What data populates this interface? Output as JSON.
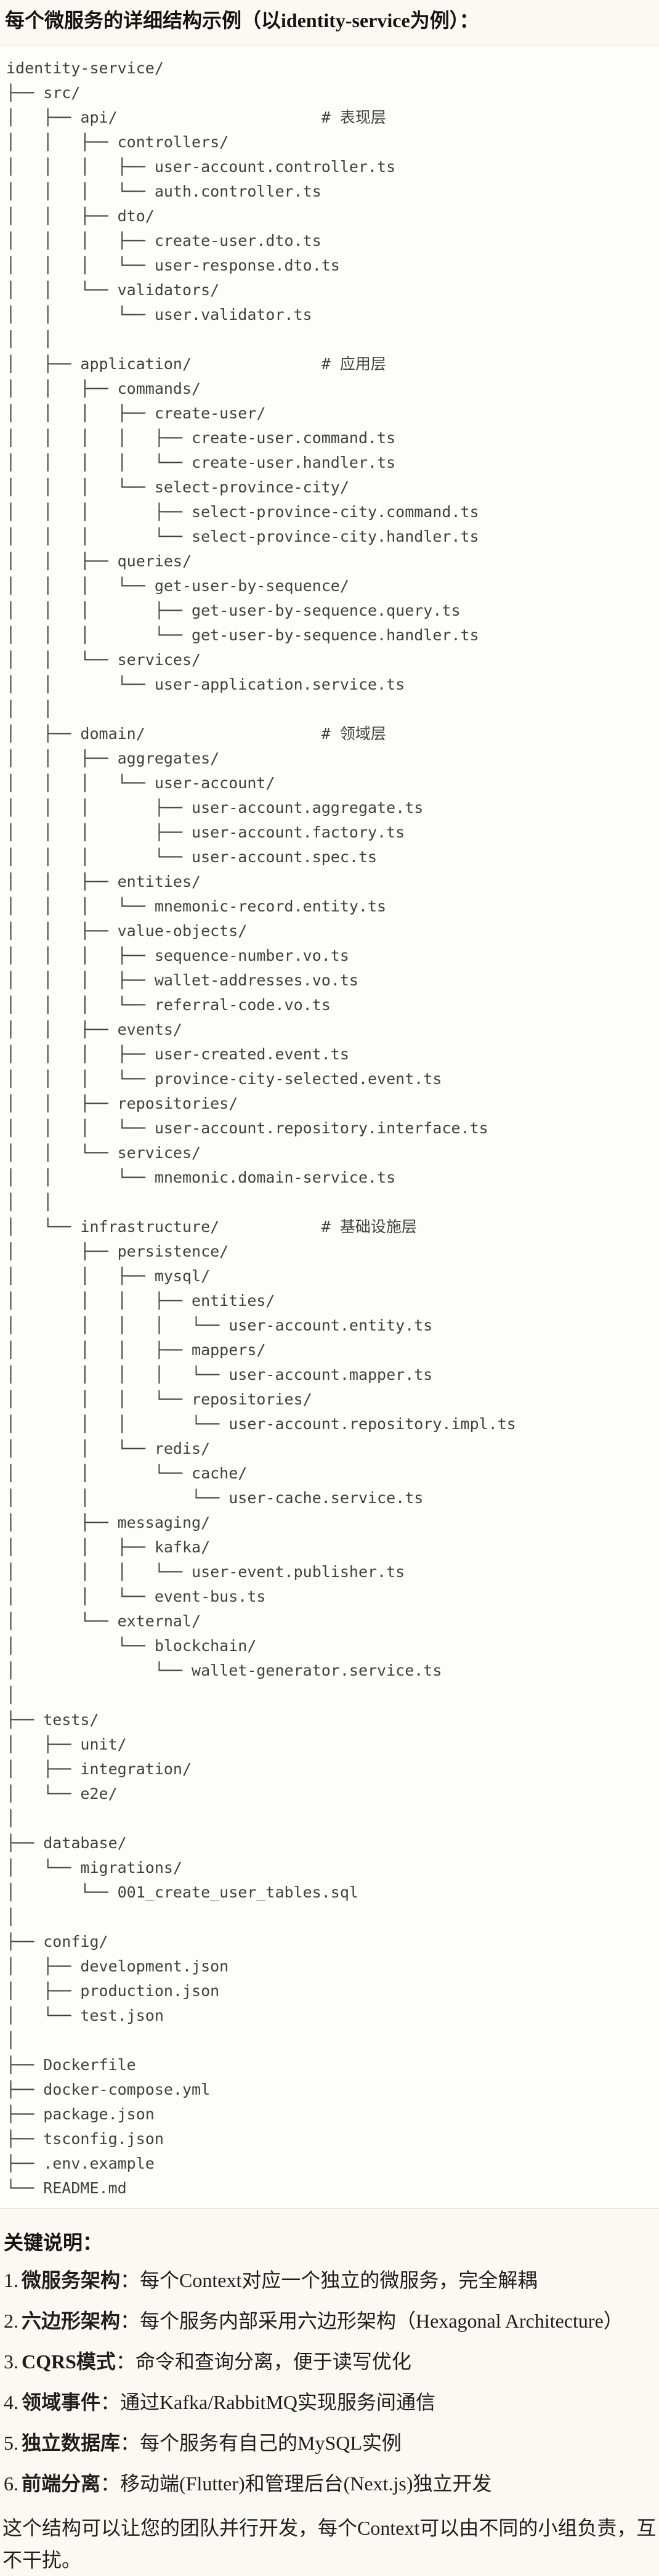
{
  "page": {
    "title": "每个微服务的详细结构示例（以identity-service为例）：",
    "notes_heading": "关键说明：",
    "closing": "这个结构可以让您的团队并行开发，每个Context可以由不同的小组负责，互不干扰。"
  },
  "tree": {
    "language": "plaintext-directory-tree",
    "root": "identity-service/",
    "layer_comments": [
      "# 表现层",
      "# 应用层",
      "# 领域层",
      "# 基础设施层"
    ],
    "lines": [
      "identity-service/",
      "├── src/",
      "│   ├── api/                      # 表现层",
      "│   │   ├── controllers/",
      "│   │   │   ├── user-account.controller.ts",
      "│   │   │   └── auth.controller.ts",
      "│   │   ├── dto/",
      "│   │   │   ├── create-user.dto.ts",
      "│   │   │   └── user-response.dto.ts",
      "│   │   └── validators/",
      "│   │       └── user.validator.ts",
      "│   │",
      "│   ├── application/              # 应用层",
      "│   │   ├── commands/",
      "│   │   │   ├── create-user/",
      "│   │   │   │   ├── create-user.command.ts",
      "│   │   │   │   └── create-user.handler.ts",
      "│   │   │   └── select-province-city/",
      "│   │   │       ├── select-province-city.command.ts",
      "│   │   │       └── select-province-city.handler.ts",
      "│   │   ├── queries/",
      "│   │   │   └── get-user-by-sequence/",
      "│   │   │       ├── get-user-by-sequence.query.ts",
      "│   │   │       └── get-user-by-sequence.handler.ts",
      "│   │   └── services/",
      "│   │       └── user-application.service.ts",
      "│   │",
      "│   ├── domain/                   # 领域层",
      "│   │   ├── aggregates/",
      "│   │   │   └── user-account/",
      "│   │   │       ├── user-account.aggregate.ts",
      "│   │   │       ├── user-account.factory.ts",
      "│   │   │       └── user-account.spec.ts",
      "│   │   ├── entities/",
      "│   │   │   └── mnemonic-record.entity.ts",
      "│   │   ├── value-objects/",
      "│   │   │   ├── sequence-number.vo.ts",
      "│   │   │   ├── wallet-addresses.vo.ts",
      "│   │   │   └── referral-code.vo.ts",
      "│   │   ├── events/",
      "│   │   │   ├── user-created.event.ts",
      "│   │   │   └── province-city-selected.event.ts",
      "│   │   ├── repositories/",
      "│   │   │   └── user-account.repository.interface.ts",
      "│   │   └── services/",
      "│   │       └── mnemonic.domain-service.ts",
      "│   │",
      "│   └── infrastructure/           # 基础设施层",
      "│       ├── persistence/",
      "│       │   ├── mysql/",
      "│       │   │   ├── entities/",
      "│       │   │   │   └── user-account.entity.ts",
      "│       │   │   ├── mappers/",
      "│       │   │   │   └── user-account.mapper.ts",
      "│       │   │   └── repositories/",
      "│       │   │       └── user-account.repository.impl.ts",
      "│       │   └── redis/",
      "│       │       └── cache/",
      "│       │           └── user-cache.service.ts",
      "│       ├── messaging/",
      "│       │   ├── kafka/",
      "│       │   │   └── user-event.publisher.ts",
      "│       │   └── event-bus.ts",
      "│       └── external/",
      "│           └── blockchain/",
      "│               └── wallet-generator.service.ts",
      "│",
      "├── tests/",
      "│   ├── unit/",
      "│   ├── integration/",
      "│   └── e2e/",
      "│",
      "├── database/",
      "│   └── migrations/",
      "│       └── 001_create_user_tables.sql",
      "│",
      "├── config/",
      "│   ├── development.json",
      "│   ├── production.json",
      "│   └── test.json",
      "│",
      "├── Dockerfile",
      "├── docker-compose.yml",
      "├── package.json",
      "├── tsconfig.json",
      "├── .env.example",
      "└── README.md"
    ]
  },
  "notes": {
    "items": [
      {
        "num": "1.",
        "term": "微服务架构",
        "text": "：每个Context对应一个独立的微服务，完全解耦"
      },
      {
        "num": "2.",
        "term": "六边形架构",
        "text": "：每个服务内部采用六边形架构（Hexagonal Architecture）"
      },
      {
        "num": "3.",
        "term": "CQRS模式",
        "text": "：命令和查询分离，便于读写优化"
      },
      {
        "num": "4.",
        "term": "领域事件",
        "text": "：通过Kafka/RabbitMQ实现服务间通信"
      },
      {
        "num": "5.",
        "term": "独立数据库",
        "text": "：每个服务有自己的MySQL实例"
      },
      {
        "num": "6.",
        "term": "前端分离",
        "text": "：移动端(Flutter)和管理后台(Next.js)独立开发"
      }
    ]
  },
  "colors": {
    "page_bg": "#FAF9F4",
    "code_bg": "#FDFDF9",
    "code_border": "#E6E4DC",
    "code_text": "#41413C",
    "body_text": "#1F1E1B"
  }
}
